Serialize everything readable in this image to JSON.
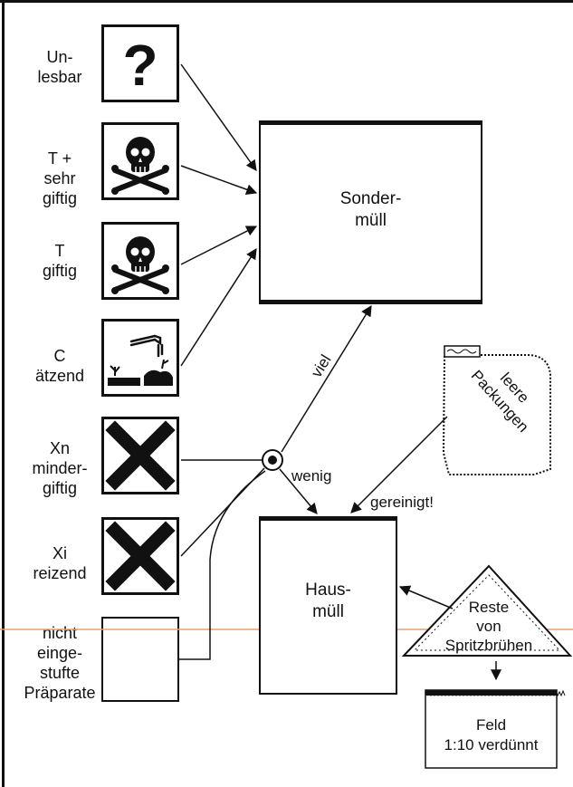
{
  "hazard_labels": [
    {
      "code": "",
      "text": "Un-\nlesbar",
      "icon": "question-mark-icon"
    },
    {
      "code": "T +",
      "text": "sehr\ngiftig",
      "icon": "skull-crossbones-icon"
    },
    {
      "code": "T",
      "text": "giftig",
      "icon": "skull-crossbones-icon"
    },
    {
      "code": "C",
      "text": "ätzend",
      "icon": "corrosion-icon"
    },
    {
      "code": "Xn",
      "text": "minder-\ngiftig",
      "icon": "st-andrews-cross-icon"
    },
    {
      "code": "Xi",
      "text": "reizend",
      "icon": "st-andrews-cross-icon"
    },
    {
      "code": "",
      "text": "nicht\neinge-\nstufte\nPräparate",
      "icon": "empty-box"
    }
  ],
  "sondermuell": {
    "label": "Sonder-\nmüll"
  },
  "hausmuell": {
    "label": "Haus-\nmüll"
  },
  "decision": {
    "viel": "viel",
    "wenig": "wenig"
  },
  "leere_packungen": {
    "label": "leere\nPackungen",
    "note": "gereinigt!"
  },
  "spritzbruehe": {
    "label": "Reste\nvon\nSpritzbrühen"
  },
  "feld": {
    "label": "Feld\n1:10 verdünnt"
  },
  "colors": {
    "line": "#111111",
    "accent": "#e8a070",
    "background": "#ffffff"
  }
}
